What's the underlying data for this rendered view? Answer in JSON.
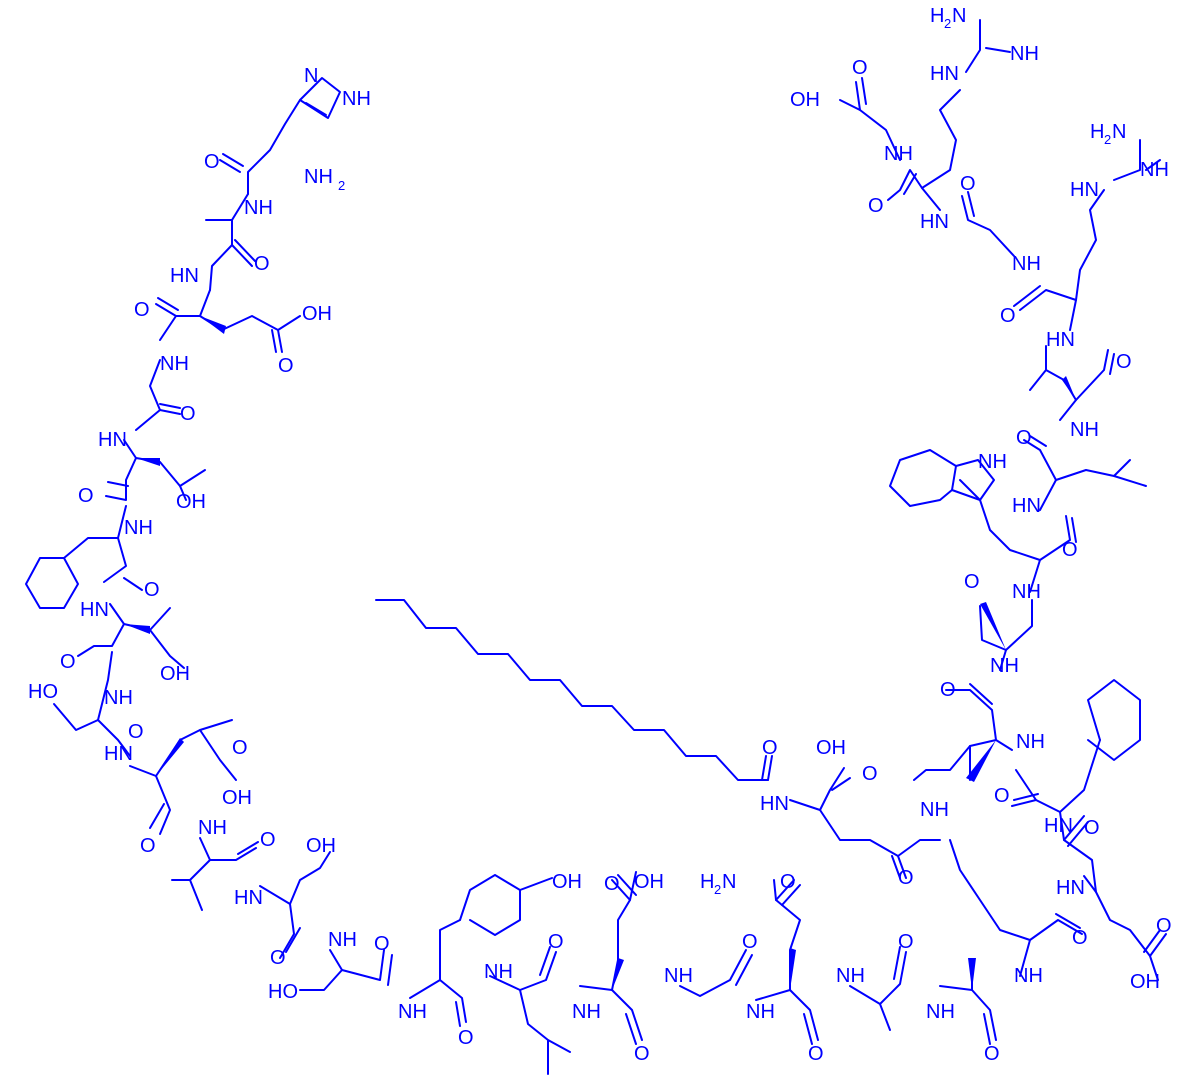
{
  "molecule": {
    "color": "#0000ff",
    "atoms": {
      "nh_ring": "NH",
      "n_ring": "N",
      "nh2_his": "NH",
      "nh2_his_sub": "2",
      "o": "O",
      "nh": "NH",
      "hn": "HN",
      "oh": "OH",
      "ho": "HO",
      "h2n": "H",
      "h2n_sub": "2",
      "h2n_n": "N",
      "amide_h2n": "H",
      "amide_h2n_sub": "2",
      "amide_h2n_n": "N"
    }
  }
}
